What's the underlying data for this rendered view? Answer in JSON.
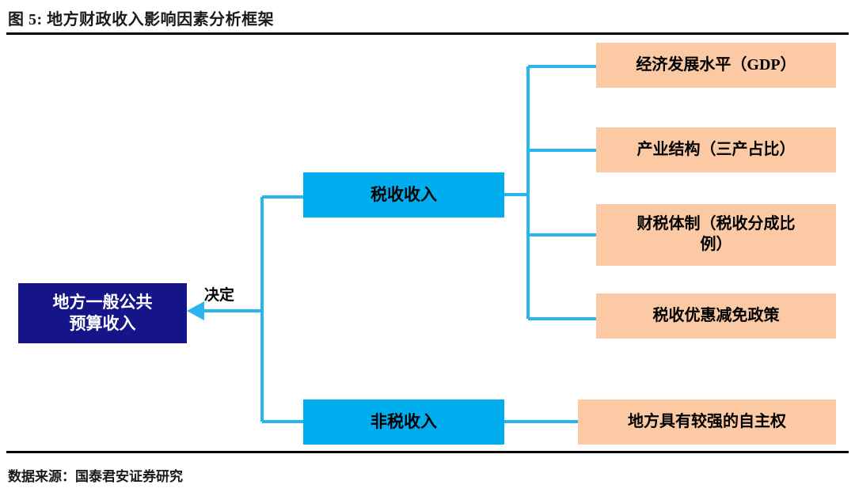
{
  "figure": {
    "title": "图 5: 地方财政收入影响因素分析框架",
    "source_note": "数据来源：国泰君安证券研究"
  },
  "colors": {
    "root_fill": "#151589",
    "root_text": "#ffffff",
    "mid_fill": "#00aeef",
    "leaf_fill": "#fbc9a4",
    "connector": "#29b6f0",
    "rule": "#000000"
  },
  "diagram": {
    "type": "tree",
    "root": {
      "label": "地方一般公共\n预算收入",
      "line1": "地方一般公共",
      "line2": "预算收入"
    },
    "edge_labels": {
      "root_incoming": "决定"
    },
    "branches": [
      {
        "label": "税收收入",
        "children": [
          {
            "label": "经济发展水平（GDP）"
          },
          {
            "label": "产业结构（三产占比）"
          },
          {
            "label": "财税体制（税收分成比\n例）",
            "line1": "财税体制（税收分成比",
            "line2": "例）"
          },
          {
            "label": "税收优惠减免政策"
          }
        ]
      },
      {
        "label": "非税收入",
        "children": [
          {
            "label": "地方具有较强的自主权"
          }
        ]
      }
    ]
  }
}
